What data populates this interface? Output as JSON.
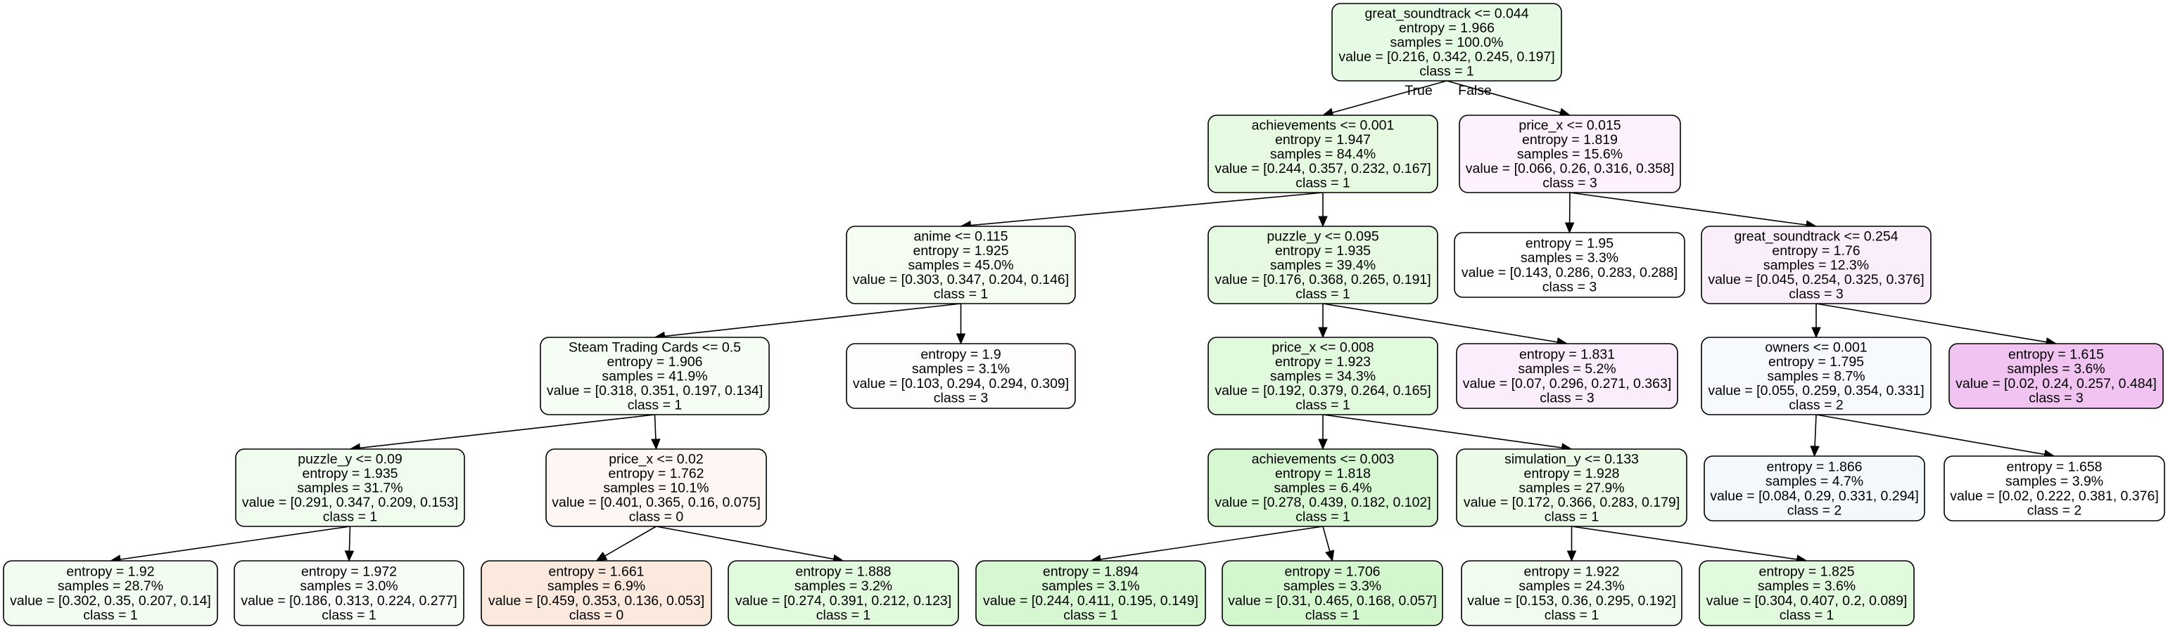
{
  "diagram": {
    "type": "decision-tree",
    "nodes": [
      {
        "id": "n0",
        "lines": [
          "great_soundtrack <= 0.044",
          "entropy = 1.966",
          "samples = 100.0%",
          "value = [0.216, 0.342, 0.245, 0.197]",
          "class = 1"
        ],
        "fill": "#e6fbe3"
      },
      {
        "id": "n1",
        "lines": [
          "achievements <= 0.001",
          "entropy = 1.947",
          "samples = 84.4%",
          "value = [0.244, 0.357, 0.232, 0.167]",
          "class = 1"
        ],
        "fill": "#e5fae1"
      },
      {
        "id": "n2",
        "lines": [
          "price_x <= 0.015",
          "entropy = 1.819",
          "samples = 15.6%",
          "value = [0.066, 0.26, 0.316, 0.358]",
          "class = 3"
        ],
        "fill": "#fcf1fc"
      },
      {
        "id": "n3",
        "lines": [
          "anime <= 0.115",
          "entropy = 1.925",
          "samples = 45.0%",
          "value = [0.303, 0.347, 0.204, 0.146]",
          "class = 1"
        ],
        "fill": "#f5fdf3"
      },
      {
        "id": "n4",
        "lines": [
          "puzzle_y <= 0.095",
          "entropy = 1.935",
          "samples = 39.4%",
          "value = [0.176, 0.368, 0.265, 0.191]",
          "class = 1"
        ],
        "fill": "#e5fae1"
      },
      {
        "id": "n5",
        "lines": [
          "entropy = 1.95",
          "samples = 3.3%",
          "value = [0.143, 0.286, 0.283, 0.288]",
          "class = 3"
        ],
        "fill": "#ffffff"
      },
      {
        "id": "n6",
        "lines": [
          "great_soundtrack <= 0.254",
          "entropy = 1.76",
          "samples = 12.3%",
          "value = [0.045, 0.254, 0.325, 0.376]",
          "class = 3"
        ],
        "fill": "#fbeefb"
      },
      {
        "id": "n7",
        "lines": [
          "Steam Trading Cards <= 0.5",
          "entropy = 1.906",
          "samples = 41.9%",
          "value = [0.318, 0.351, 0.197, 0.134]",
          "class = 1"
        ],
        "fill": "#f6fdf4"
      },
      {
        "id": "n8",
        "lines": [
          "entropy = 1.9",
          "samples = 3.1%",
          "value = [0.103, 0.294, 0.294, 0.309]",
          "class = 3"
        ],
        "fill": "#fefcfe"
      },
      {
        "id": "n9",
        "lines": [
          "price_x <= 0.008",
          "entropy = 1.923",
          "samples = 34.3%",
          "value = [0.192, 0.379, 0.264, 0.165]",
          "class = 1"
        ],
        "fill": "#e1f9dd"
      },
      {
        "id": "n10",
        "lines": [
          "entropy = 1.831",
          "samples = 5.2%",
          "value = [0.07, 0.296, 0.271, 0.363]",
          "class = 3"
        ],
        "fill": "#fbedfb"
      },
      {
        "id": "n11",
        "lines": [
          "owners <= 0.001",
          "entropy = 1.795",
          "samples = 8.7%",
          "value = [0.055, 0.259, 0.354, 0.331]",
          "class = 2"
        ],
        "fill": "#f6fafd"
      },
      {
        "id": "n12",
        "lines": [
          "entropy = 1.615",
          "samples = 3.6%",
          "value = [0.02, 0.24, 0.257, 0.484]",
          "class = 3"
        ],
        "fill": "#f0c3f1"
      },
      {
        "id": "n13",
        "lines": [
          "puzzle_y <= 0.09",
          "entropy = 1.935",
          "samples = 31.7%",
          "value = [0.291, 0.347, 0.209, 0.153]",
          "class = 1"
        ],
        "fill": "#f0fcee"
      },
      {
        "id": "n14",
        "lines": [
          "price_x <= 0.02",
          "entropy = 1.762",
          "samples = 10.1%",
          "value = [0.401, 0.365, 0.16, 0.075]",
          "class = 0"
        ],
        "fill": "#fdf6f2"
      },
      {
        "id": "n15",
        "lines": [
          "achievements <= 0.003",
          "entropy = 1.818",
          "samples = 6.4%",
          "value = [0.278, 0.439, 0.182, 0.102]",
          "class = 1"
        ],
        "fill": "#d6f7d1"
      },
      {
        "id": "n16",
        "lines": [
          "simulation_y <= 0.133",
          "entropy = 1.928",
          "samples = 27.9%",
          "value = [0.172, 0.366, 0.283, 0.179]",
          "class = 1"
        ],
        "fill": "#ebfbe8"
      },
      {
        "id": "n17",
        "lines": [
          "entropy = 1.866",
          "samples = 4.7%",
          "value = [0.084, 0.29, 0.331, 0.294]",
          "class = 2"
        ],
        "fill": "#f3f8fc"
      },
      {
        "id": "n18",
        "lines": [
          "entropy = 1.658",
          "samples = 3.9%",
          "value = [0.02, 0.222, 0.381, 0.376]",
          "class = 2"
        ],
        "fill": "#ffffff"
      },
      {
        "id": "n19",
        "lines": [
          "entropy = 1.92",
          "samples = 28.7%",
          "value = [0.302, 0.35, 0.207, 0.14]",
          "class = 1"
        ],
        "fill": "#f3fcf1"
      },
      {
        "id": "n20",
        "lines": [
          "entropy = 1.972",
          "samples = 3.0%",
          "value = [0.186, 0.313, 0.224, 0.277]",
          "class = 1"
        ],
        "fill": "#f7fdf6"
      },
      {
        "id": "n21",
        "lines": [
          "entropy = 1.661",
          "samples = 6.9%",
          "value = [0.459, 0.353, 0.136, 0.053]",
          "class = 0"
        ],
        "fill": "#fbe9dd"
      },
      {
        "id": "n22",
        "lines": [
          "entropy = 1.888",
          "samples = 3.2%",
          "value = [0.274, 0.391, 0.212, 0.123]",
          "class = 1"
        ],
        "fill": "#e1f9dd"
      },
      {
        "id": "n23",
        "lines": [
          "entropy = 1.894",
          "samples = 3.1%",
          "value = [0.244, 0.411, 0.195, 0.149]",
          "class = 1"
        ],
        "fill": "#d6f7d1"
      },
      {
        "id": "n24",
        "lines": [
          "entropy = 1.706",
          "samples = 3.3%",
          "value = [0.31, 0.465, 0.168, 0.057]",
          "class = 1"
        ],
        "fill": "#d4f6ce"
      },
      {
        "id": "n25",
        "lines": [
          "entropy = 1.922",
          "samples = 24.3%",
          "value = [0.153, 0.36, 0.295, 0.192]",
          "class = 1"
        ],
        "fill": "#f0fcee"
      },
      {
        "id": "n26",
        "lines": [
          "entropy = 1.825",
          "samples = 3.6%",
          "value = [0.304, 0.407, 0.2, 0.089]",
          "class = 1"
        ],
        "fill": "#e1f9dd"
      }
    ],
    "edges": [
      {
        "from": "n0",
        "to": "n1",
        "label": "True"
      },
      {
        "from": "n0",
        "to": "n2",
        "label": "False"
      },
      {
        "from": "n1",
        "to": "n3",
        "label": ""
      },
      {
        "from": "n1",
        "to": "n4",
        "label": ""
      },
      {
        "from": "n2",
        "to": "n5",
        "label": ""
      },
      {
        "from": "n2",
        "to": "n6",
        "label": ""
      },
      {
        "from": "n3",
        "to": "n7",
        "label": ""
      },
      {
        "from": "n3",
        "to": "n8",
        "label": ""
      },
      {
        "from": "n4",
        "to": "n9",
        "label": ""
      },
      {
        "from": "n4",
        "to": "n10",
        "label": ""
      },
      {
        "from": "n6",
        "to": "n11",
        "label": ""
      },
      {
        "from": "n6",
        "to": "n12",
        "label": ""
      },
      {
        "from": "n7",
        "to": "n13",
        "label": ""
      },
      {
        "from": "n7",
        "to": "n14",
        "label": ""
      },
      {
        "from": "n9",
        "to": "n15",
        "label": ""
      },
      {
        "from": "n9",
        "to": "n16",
        "label": ""
      },
      {
        "from": "n11",
        "to": "n17",
        "label": ""
      },
      {
        "from": "n11",
        "to": "n18",
        "label": ""
      },
      {
        "from": "n13",
        "to": "n19",
        "label": ""
      },
      {
        "from": "n13",
        "to": "n20",
        "label": ""
      },
      {
        "from": "n14",
        "to": "n21",
        "label": ""
      },
      {
        "from": "n14",
        "to": "n22",
        "label": ""
      },
      {
        "from": "n15",
        "to": "n23",
        "label": ""
      },
      {
        "from": "n15",
        "to": "n24",
        "label": ""
      },
      {
        "from": "n16",
        "to": "n25",
        "label": ""
      },
      {
        "from": "n16",
        "to": "n26",
        "label": ""
      }
    ]
  }
}
